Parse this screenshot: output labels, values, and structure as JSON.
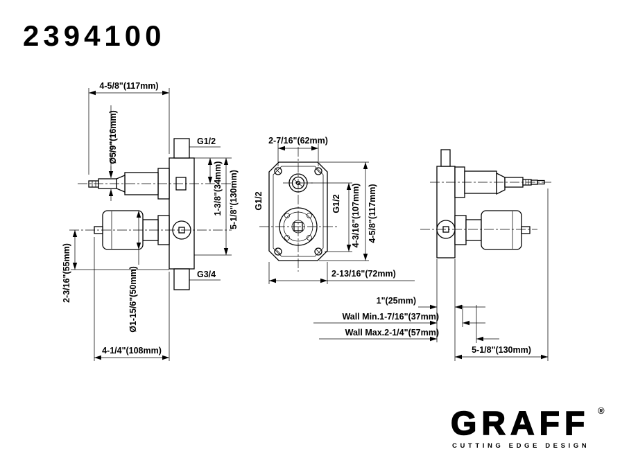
{
  "product": {
    "number": "2394100"
  },
  "views": {
    "left": {
      "dim_width_top": "4-5/8\"(117mm)",
      "dim_stem_diameter": "Ø5/9\"(16mm)",
      "port_top": "G1/2",
      "dim_port_offset": "1-3/8\"(34mm)",
      "dim_height": "5-1/8\"(130mm)",
      "port_bottom": "G3/4",
      "dim_lower_offset": "2-3/16\"(55mm)",
      "dim_body_diameter": "Ø1-15/6\"(50mm)",
      "dim_width_bottom": "4-1/4\"(108mm)"
    },
    "front": {
      "dim_width_top": "2-7/16\"(62mm)",
      "port_left": "G1/2",
      "port_right": "G1/2",
      "dim_height_inner": "4-3/16\"(107mm)",
      "dim_height_outer": "4-5/8\"(117mm)",
      "dim_width_bottom": "2-13/16\"(72mm)"
    },
    "right": {
      "dim_plate_thickness": "1\"(25mm)",
      "dim_wall_min": "Wall Min.1-7/16\"(37mm)",
      "dim_wall_max": "Wall Max.2-1/4\"(57mm)",
      "dim_depth": "5-1/8\"(130mm)"
    }
  },
  "brand": {
    "logo": "GRAFF",
    "registered": "®",
    "tagline": "CUTTING EDGE DESIGN"
  }
}
